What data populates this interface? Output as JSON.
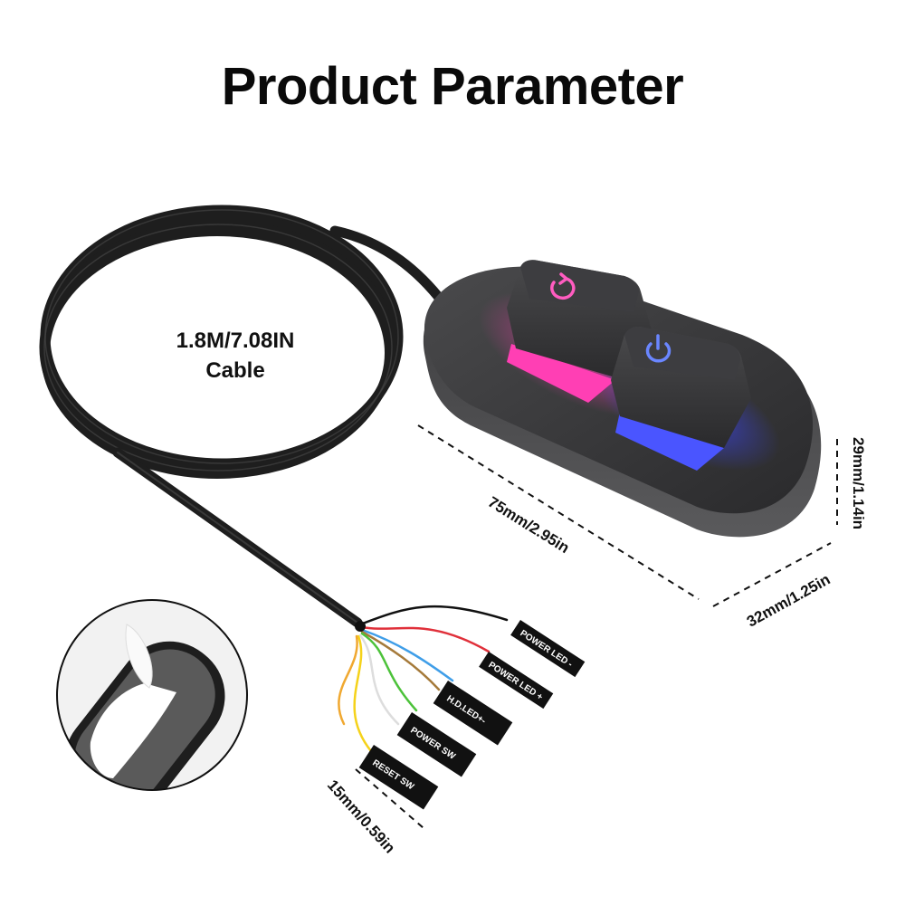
{
  "title": "Product Parameter",
  "cable": {
    "length_label": "1.8M/7.08IN",
    "label": "Cable"
  },
  "dimensions": {
    "length": "75mm/2.95in",
    "height": "29mm/1.14in",
    "width": "32mm/1.25in",
    "connector_length": "15mm/0.59in"
  },
  "keys": [
    {
      "name": "reset",
      "icon": "reset-icon",
      "glow_color": "#ff3fb4",
      "icon_color": "#ff5cc0"
    },
    {
      "name": "power",
      "icon": "power-icon",
      "glow_color": "#4a55ff",
      "icon_color": "#6a86ff"
    }
  ],
  "connectors": [
    {
      "label": "POWER LED -",
      "wire_color": "#111111"
    },
    {
      "label": "POWER LED +",
      "wire_color": "#e0303a"
    },
    {
      "label": "H.D.LED+-",
      "wire_color": "#3f9ee8",
      "wire_color_2": "#a57a3a"
    },
    {
      "label": "POWER SW",
      "wire_color": "#4cc23a",
      "wire_color_2": "#ffffff"
    },
    {
      "label": "RESET SW",
      "wire_color": "#f5d21a",
      "wire_color_2": "#f0a830"
    }
  ],
  "inset": {
    "description": "adhesive-backing"
  },
  "colors": {
    "device_body": "#3a3a3c",
    "cable": "#1c1c1c",
    "text": "#111111"
  }
}
